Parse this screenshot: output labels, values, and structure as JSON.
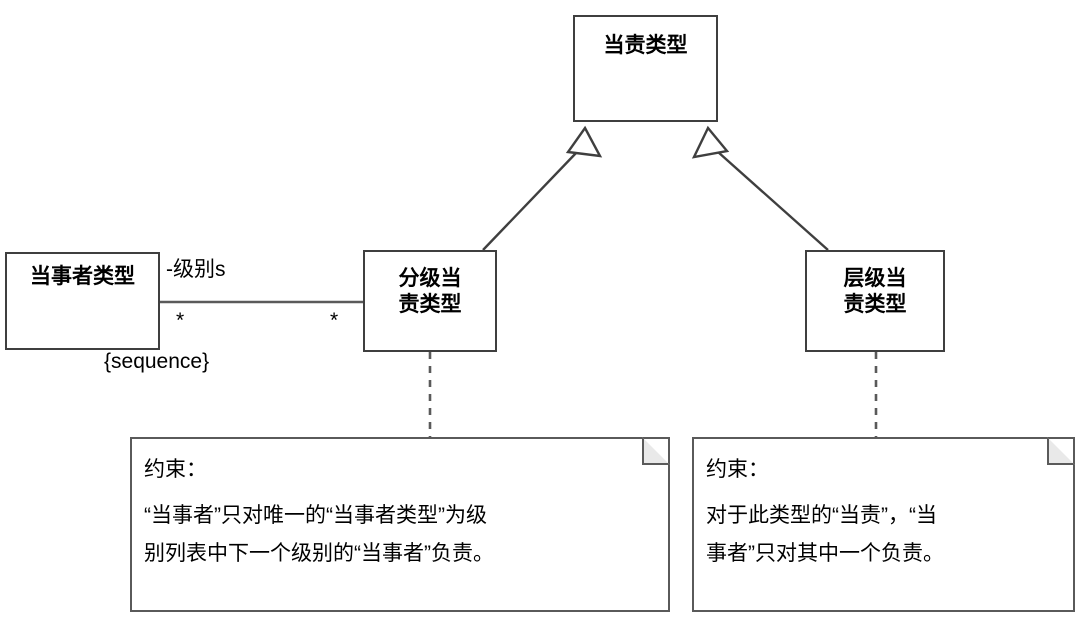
{
  "diagram": {
    "title": "UML class diagram",
    "stroke_color": "#3f3f3f",
    "note_stroke_color": "#5a5a5a",
    "note_fold_color": "#e9e9e9",
    "background": "#ffffff"
  },
  "classes": {
    "accountability_type": {
      "name": "当责类型"
    },
    "party_type": {
      "name": "当事者类型"
    },
    "hierarchic_accountability_type": {
      "name": "分级当\n责类型"
    },
    "level_accountability_type": {
      "name": "层级当\n责类型"
    }
  },
  "association": {
    "role_label": "-级别s",
    "multiplicity_left": "*",
    "multiplicity_right": "*",
    "constraint": "{sequence}"
  },
  "notes": {
    "left": {
      "heading": "约束：",
      "body": "  “当事者”只对唯一的“当事者类型”为级\n别列表中下一个级别的“当事者”负责。"
    },
    "right": {
      "heading": "约束：",
      "body": "对于此类型的“当责”，“当\n事者”只对其中一个负责。"
    }
  }
}
